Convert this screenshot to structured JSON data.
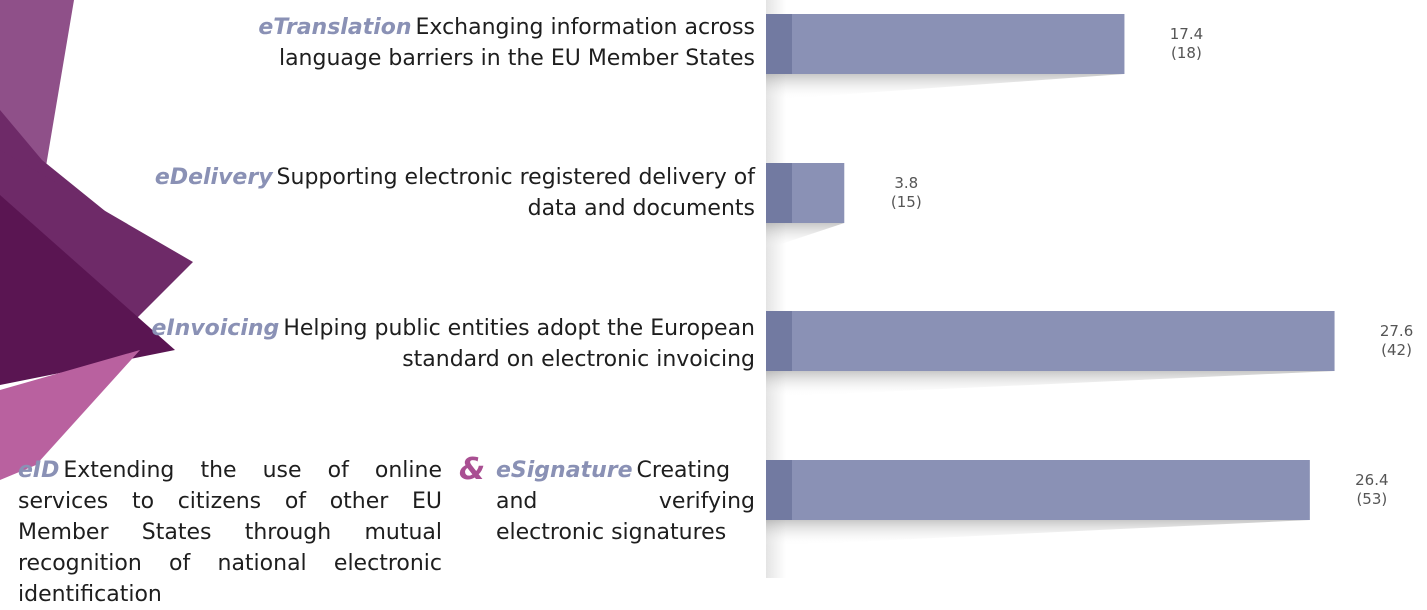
{
  "colors": {
    "bar": "#8a91b5",
    "bar_dark": "#5f6790",
    "service_label": "#8a91b5",
    "ampersand": "#a94f92",
    "decor_purple_dark": "#5a1552",
    "decor_purple_mid": "#6e2a68",
    "decor_purple_light": "#8f5089",
    "decor_pink": "#b9619f"
  },
  "rows": [
    {
      "name": "eTranslation",
      "description": "Exchanging information across language barriers in the EU Member States"
    },
    {
      "name": "eDelivery",
      "description": "Supporting electronic registered delivery of data and documents"
    },
    {
      "name": "eInvoicing",
      "description": "Helping public entities adopt the European standard on electronic invoicing"
    }
  ],
  "last_row": {
    "left": {
      "name": "eID",
      "description": "Extending the use of online services to citizens of other EU Member States through mutual recognition of national electronic identification"
    },
    "ampersand": "&",
    "right": {
      "name": "eSignature",
      "description": "Creating and verifying electronic signatures"
    }
  },
  "chart_data": {
    "type": "bar",
    "orientation": "horizontal",
    "categories": [
      "eTranslation",
      "eDelivery",
      "eInvoicing",
      "eID & eSignature"
    ],
    "values": [
      17.4,
      3.8,
      27.6,
      26.4
    ],
    "values_text": [
      "17.4",
      "3.8",
      "27.6",
      "26.4"
    ],
    "secondary_values": [
      18,
      15,
      42,
      53
    ],
    "secondary_text": [
      "(18)",
      "(15)",
      "(42)",
      "(53)"
    ],
    "xlim": [
      0,
      30
    ]
  }
}
